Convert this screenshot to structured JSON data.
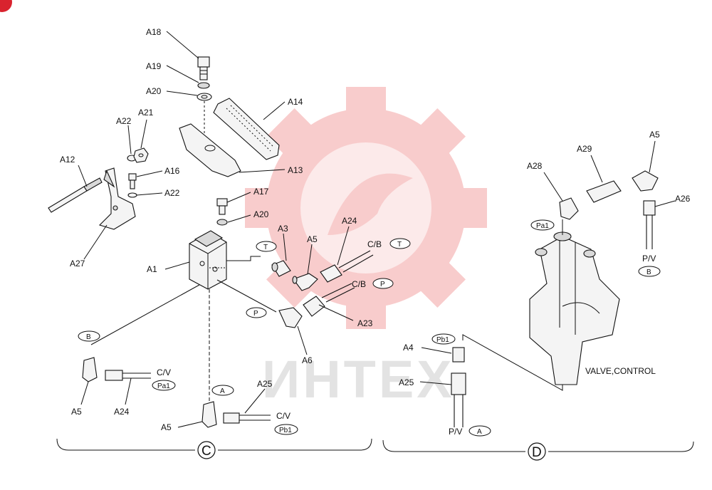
{
  "corner_badge": {
    "text": "",
    "color": "#d9232e"
  },
  "watermark": {
    "text": "ИНТЕХ",
    "gear_color": "#f4a3a3"
  },
  "part_labels": {
    "a18": "A18",
    "a19": "A19",
    "a20_top": "A20",
    "a14": "A14",
    "a21": "A21",
    "a22_top": "A22",
    "a12": "A12",
    "a16": "A16",
    "a22_bottom": "A22",
    "a13": "A13",
    "a17": "A17",
    "a20_mid": "A20",
    "a27": "A27",
    "a1": "A1",
    "a3": "A3",
    "a5_mid": "A5",
    "a24_mid": "A24",
    "a23": "A23",
    "a6": "A6",
    "a5_left": "A5",
    "a24_left": "A24",
    "a25_c": "A25",
    "a5_bottom": "A5",
    "a28": "A28",
    "a29": "A29",
    "a5_right": "A5",
    "a26": "A26",
    "a4": "A4",
    "a25_d": "A25"
  },
  "port_labels": {
    "cb_t": "C/B",
    "cb_p": "C/B",
    "cv_left": "C/V",
    "cv_bottom": "C/V",
    "pv_right": "P/V",
    "pv_bottom": "P/V"
  },
  "ovals": {
    "t_port": "T",
    "p_port": "P",
    "t_cb": "T",
    "p_cb": "P",
    "b_left": "B",
    "a_mid": "A",
    "pa1_left": "Pa1",
    "pb1_bottom": "Pb1",
    "pa1_valve": "Pa1",
    "b_right": "B",
    "pb1_valve": "Pb1",
    "a_pv": "A"
  },
  "valve_label": "VALVE,CONTROL",
  "sections": {
    "c": "C",
    "d": "D"
  }
}
